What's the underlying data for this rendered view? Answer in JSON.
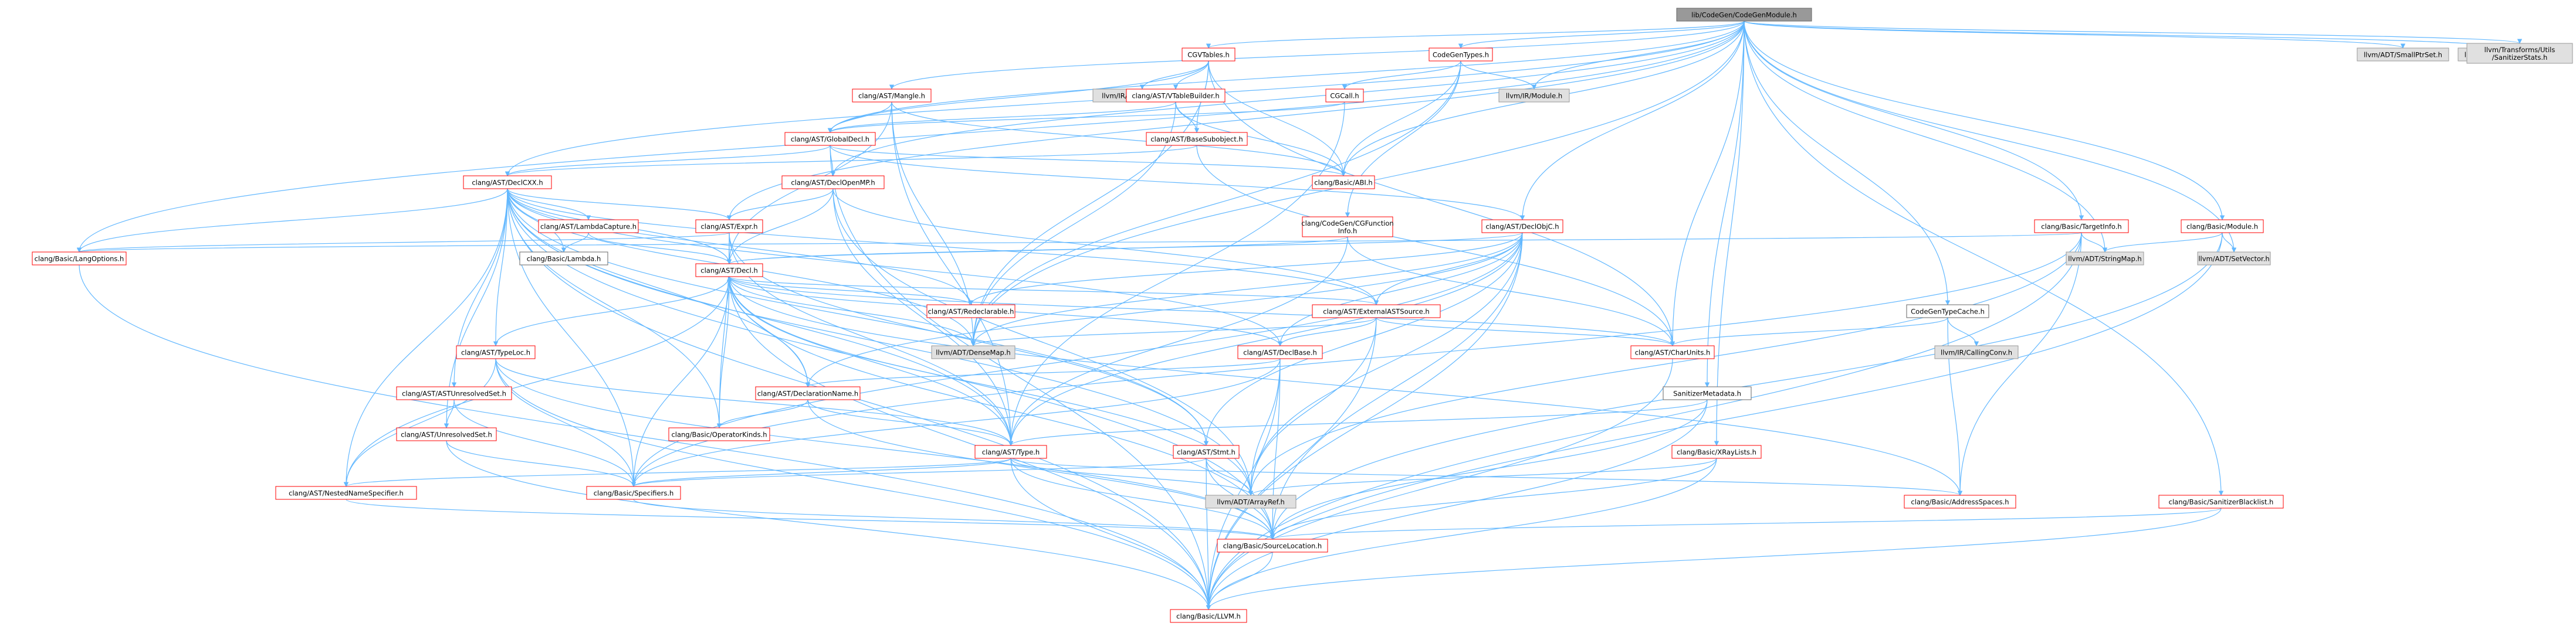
{
  "colors": {
    "root_fill": "#999999",
    "root_stroke": "#666666",
    "linked_stroke": "#ff0000",
    "linked_fill": "#ffffff",
    "external_fill": "#e0e0e0",
    "external_stroke": "#999999",
    "edge": "#63b8ff"
  },
  "nodes": [
    {
      "id": "root",
      "kind": "root",
      "label": "lib/CodeGen/CodeGenModule.h"
    },
    {
      "id": "cgvtables",
      "kind": "linked",
      "label": "CGVTables.h"
    },
    {
      "id": "codegentypes",
      "kind": "linked",
      "label": "CodeGenTypes.h"
    },
    {
      "id": "mangle",
      "kind": "linked",
      "label": "clang/AST/Mangle.h"
    },
    {
      "id": "globalvariable",
      "kind": "external",
      "label": "llvm/IR/GlobalVariable.h"
    },
    {
      "id": "vtablebuilder",
      "kind": "linked",
      "label": "clang/AST/VTableBuilder.h"
    },
    {
      "id": "cgcall",
      "kind": "linked",
      "label": "CGCall.h"
    },
    {
      "id": "module_ir",
      "kind": "external",
      "label": "llvm/IR/Module.h"
    },
    {
      "id": "globaldecl",
      "kind": "linked",
      "label": "clang/AST/GlobalDecl.h"
    },
    {
      "id": "basesubobject",
      "kind": "linked",
      "label": "clang/AST/BaseSubobject.h"
    },
    {
      "id": "abi",
      "kind": "linked",
      "label": "clang/Basic/ABI.h"
    },
    {
      "id": "declcxx",
      "kind": "linked",
      "label": "clang/AST/DeclCXX.h"
    },
    {
      "id": "declopenmp",
      "kind": "linked",
      "label": "clang/AST/DeclOpenMP.h"
    },
    {
      "id": "cgfunctioninfo",
      "kind": "linked",
      "label": "clang/CodeGen/CGFunction\nInfo.h"
    },
    {
      "id": "declobjc",
      "kind": "linked",
      "label": "clang/AST/DeclObjC.h"
    },
    {
      "id": "targetinfo",
      "kind": "linked",
      "label": "clang/Basic/TargetInfo.h"
    },
    {
      "id": "basicmodule",
      "kind": "linked",
      "label": "clang/Basic/Module.h"
    },
    {
      "id": "lambdacapture",
      "kind": "linked",
      "label": "clang/AST/LambdaCapture.h"
    },
    {
      "id": "expr",
      "kind": "linked",
      "label": "clang/AST/Expr.h"
    },
    {
      "id": "langoptions",
      "kind": "linked",
      "label": "clang/Basic/LangOptions.h"
    },
    {
      "id": "lambda",
      "kind": "plain",
      "label": "clang/Basic/Lambda.h"
    },
    {
      "id": "decl",
      "kind": "linked",
      "label": "clang/AST/Decl.h"
    },
    {
      "id": "redeclarable",
      "kind": "linked",
      "label": "clang/AST/Redeclarable.h"
    },
    {
      "id": "stringmap",
      "kind": "external",
      "label": "llvm/ADT/StringMap.h"
    },
    {
      "id": "setvector",
      "kind": "external",
      "label": "llvm/ADT/SetVector.h"
    },
    {
      "id": "externalastsource",
      "kind": "linked",
      "label": "clang/AST/ExternalASTSource.h"
    },
    {
      "id": "codegentypecache",
      "kind": "plain",
      "label": "CodeGenTypeCache.h"
    },
    {
      "id": "densemap",
      "kind": "external",
      "label": "llvm/ADT/DenseMap.h"
    },
    {
      "id": "typeloc",
      "kind": "linked",
      "label": "clang/AST/TypeLoc.h"
    },
    {
      "id": "declbase",
      "kind": "linked",
      "label": "clang/AST/DeclBase.h"
    },
    {
      "id": "charunits",
      "kind": "linked",
      "label": "clang/AST/CharUnits.h"
    },
    {
      "id": "callingconv",
      "kind": "external",
      "label": "llvm/IR/CallingConv.h"
    },
    {
      "id": "astunresolvedset",
      "kind": "linked",
      "label": "clang/AST/ASTUnresolvedSet.h"
    },
    {
      "id": "declarationname",
      "kind": "linked",
      "label": "clang/AST/DeclarationName.h"
    },
    {
      "id": "sanitizermetadata",
      "kind": "plain",
      "label": "SanitizerMetadata.h"
    },
    {
      "id": "unresolvedset",
      "kind": "linked",
      "label": "clang/AST/UnresolvedSet.h"
    },
    {
      "id": "operatorkinds",
      "kind": "linked",
      "label": "clang/Basic/OperatorKinds.h"
    },
    {
      "id": "type",
      "kind": "linked",
      "label": "clang/AST/Type.h"
    },
    {
      "id": "stmt",
      "kind": "linked",
      "label": "clang/AST/Stmt.h"
    },
    {
      "id": "xraylists",
      "kind": "linked",
      "label": "clang/Basic/XRayLists.h"
    },
    {
      "id": "nestednamespecifier",
      "kind": "linked",
      "label": "clang/AST/NestedNameSpecifier.h"
    },
    {
      "id": "specifiers",
      "kind": "linked",
      "label": "clang/Basic/Specifiers.h"
    },
    {
      "id": "arrayref",
      "kind": "external",
      "label": "llvm/ADT/ArrayRef.h"
    },
    {
      "id": "addressspaces",
      "kind": "linked",
      "label": "clang/Basic/AddressSpaces.h"
    },
    {
      "id": "sanitizerblacklist",
      "kind": "linked",
      "label": "clang/Basic/SanitizerBlacklist.h"
    },
    {
      "id": "sourcelocation",
      "kind": "linked",
      "label": "clang/Basic/SourceLocation.h"
    },
    {
      "id": "llvm_h",
      "kind": "linked",
      "label": "clang/Basic/LLVM.h"
    },
    {
      "id": "smallptrset",
      "kind": "external",
      "label": "llvm/ADT/SmallPtrSet.h"
    },
    {
      "id": "valuehandle",
      "kind": "external",
      "label": "llvm/IR/ValueHandle.h"
    },
    {
      "id": "sanitizerstats",
      "kind": "external",
      "label": "llvm/Transforms/Utils\n/SanitizerStats.h"
    }
  ],
  "edges": [
    [
      "root",
      "cgvtables"
    ],
    [
      "root",
      "codegentypes"
    ],
    [
      "root",
      "mangle"
    ],
    [
      "root",
      "globaldecl"
    ],
    [
      "root",
      "abi"
    ],
    [
      "root",
      "declcxx"
    ],
    [
      "root",
      "declopenmp"
    ],
    [
      "root",
      "declobjc"
    ],
    [
      "root",
      "targetinfo"
    ],
    [
      "root",
      "basicmodule"
    ],
    [
      "root",
      "langoptions"
    ],
    [
      "root",
      "stringmap"
    ],
    [
      "root",
      "setvector"
    ],
    [
      "root",
      "codegentypecache"
    ],
    [
      "root",
      "densemap"
    ],
    [
      "root",
      "sanitizermetadata"
    ],
    [
      "root",
      "xraylists"
    ],
    [
      "root",
      "sanitizerblacklist"
    ],
    [
      "root",
      "module_ir"
    ],
    [
      "root",
      "smallptrset"
    ],
    [
      "root",
      "valuehandle"
    ],
    [
      "root",
      "sanitizerstats"
    ],
    [
      "root",
      "charunits"
    ],
    [
      "root",
      "expr"
    ],
    [
      "cgvtables",
      "globalvariable"
    ],
    [
      "cgvtables",
      "vtablebuilder"
    ],
    [
      "cgvtables",
      "basesubobject"
    ],
    [
      "cgvtables",
      "abi"
    ],
    [
      "cgvtables",
      "densemap"
    ],
    [
      "cgvtables",
      "globaldecl"
    ],
    [
      "cgvtables",
      "charunits"
    ],
    [
      "codegentypes",
      "cgcall"
    ],
    [
      "codegentypes",
      "module_ir"
    ],
    [
      "codegentypes",
      "abi"
    ],
    [
      "codegentypes",
      "cgfunctioninfo"
    ],
    [
      "codegentypes",
      "densemap"
    ],
    [
      "mangle",
      "globaldecl"
    ],
    [
      "mangle",
      "decl"
    ],
    [
      "mangle",
      "type"
    ],
    [
      "mangle",
      "abi"
    ],
    [
      "mangle",
      "densemap"
    ],
    [
      "vtablebuilder",
      "globaldecl"
    ],
    [
      "vtablebuilder",
      "basesubobject"
    ],
    [
      "vtablebuilder",
      "abi"
    ],
    [
      "vtablebuilder",
      "densemap"
    ],
    [
      "cgcall",
      "globaldecl"
    ],
    [
      "cgcall",
      "type"
    ],
    [
      "globaldecl",
      "declcxx"
    ],
    [
      "globaldecl",
      "declopenmp"
    ],
    [
      "globaldecl",
      "abi"
    ],
    [
      "globaldecl",
      "llvm_h"
    ],
    [
      "globaldecl",
      "declobjc"
    ],
    [
      "basesubobject",
      "charunits"
    ],
    [
      "basesubobject",
      "declcxx"
    ],
    [
      "declcxx",
      "lambdacapture"
    ],
    [
      "declcxx",
      "expr"
    ],
    [
      "declcxx",
      "langoptions"
    ],
    [
      "declcxx",
      "lambda"
    ],
    [
      "declcxx",
      "decl"
    ],
    [
      "declcxx",
      "redeclarable"
    ],
    [
      "declcxx",
      "externalastsource"
    ],
    [
      "declcxx",
      "typeloc"
    ],
    [
      "declcxx",
      "declbase"
    ],
    [
      "declcxx",
      "astunresolvedset"
    ],
    [
      "declcxx",
      "declarationname"
    ],
    [
      "declcxx",
      "unresolvedset"
    ],
    [
      "declcxx",
      "operatorkinds"
    ],
    [
      "declcxx",
      "type"
    ],
    [
      "declcxx",
      "nestednamespecifier"
    ],
    [
      "declcxx",
      "specifiers"
    ],
    [
      "declcxx",
      "arrayref"
    ],
    [
      "declcxx",
      "sourcelocation"
    ],
    [
      "declcxx",
      "llvm_h"
    ],
    [
      "declcxx",
      "densemap"
    ],
    [
      "declcxx",
      "stmt"
    ],
    [
      "declopenmp",
      "decl"
    ],
    [
      "declopenmp",
      "expr"
    ],
    [
      "declopenmp",
      "externalastsource"
    ],
    [
      "declopenmp",
      "type"
    ],
    [
      "declopenmp",
      "arrayref"
    ],
    [
      "cgfunctioninfo",
      "charunits"
    ],
    [
      "cgfunctioninfo",
      "decl"
    ],
    [
      "cgfunctioninfo",
      "type"
    ],
    [
      "declobjc",
      "decl"
    ],
    [
      "declobjc",
      "declbase"
    ],
    [
      "declobjc",
      "externalastsource"
    ],
    [
      "declobjc",
      "redeclarable"
    ],
    [
      "declobjc",
      "type"
    ],
    [
      "declobjc",
      "densemap"
    ],
    [
      "declobjc",
      "arrayref"
    ],
    [
      "declobjc",
      "specifiers"
    ],
    [
      "declobjc",
      "sourcelocation"
    ],
    [
      "declobjc",
      "llvm_h"
    ],
    [
      "declobjc",
      "declarationname"
    ],
    [
      "declobjc",
      "stmt"
    ],
    [
      "targetinfo",
      "langoptions"
    ],
    [
      "targetinfo",
      "stringmap"
    ],
    [
      "targetinfo",
      "addressspaces"
    ],
    [
      "targetinfo",
      "specifiers"
    ],
    [
      "targetinfo",
      "llvm_h"
    ],
    [
      "targetinfo",
      "arrayref"
    ],
    [
      "basicmodule",
      "stringmap"
    ],
    [
      "basicmodule",
      "setvector"
    ],
    [
      "basicmodule",
      "sourcelocation"
    ],
    [
      "basicmodule",
      "llvm_h"
    ],
    [
      "lambdacapture",
      "decl"
    ],
    [
      "lambdacapture",
      "lambda"
    ],
    [
      "expr",
      "decl"
    ],
    [
      "expr",
      "type"
    ],
    [
      "expr",
      "stmt"
    ],
    [
      "expr",
      "langoptions"
    ],
    [
      "expr",
      "operatorkinds"
    ],
    [
      "langoptions",
      "llvm_h"
    ],
    [
      "decl",
      "redeclarable"
    ],
    [
      "decl",
      "externalastsource"
    ],
    [
      "decl",
      "declbase"
    ],
    [
      "decl",
      "declarationname"
    ],
    [
      "decl",
      "type"
    ],
    [
      "decl",
      "nestednamespecifier"
    ],
    [
      "decl",
      "specifiers"
    ],
    [
      "decl",
      "sourcelocation"
    ],
    [
      "decl",
      "llvm_h"
    ],
    [
      "decl",
      "arrayref"
    ],
    [
      "decl",
      "operatorkinds"
    ],
    [
      "decl",
      "addressspaces"
    ],
    [
      "decl",
      "densemap"
    ],
    [
      "decl",
      "charunits"
    ],
    [
      "externalastsource",
      "charunits"
    ],
    [
      "externalastsource",
      "declbase"
    ],
    [
      "externalastsource",
      "densemap"
    ],
    [
      "externalastsource",
      "llvm_h"
    ],
    [
      "externalastsource",
      "arrayref"
    ],
    [
      "codegentypecache",
      "callingconv"
    ],
    [
      "codegentypecache",
      "addressspaces"
    ],
    [
      "codegentypecache",
      "charunits"
    ],
    [
      "typeloc",
      "decl"
    ],
    [
      "typeloc",
      "nestednamespecifier"
    ],
    [
      "typeloc",
      "type"
    ],
    [
      "typeloc",
      "specifiers"
    ],
    [
      "typeloc",
      "sourcelocation"
    ],
    [
      "typeloc",
      "llvm_h"
    ],
    [
      "declbase",
      "declarationname"
    ],
    [
      "declbase",
      "specifiers"
    ],
    [
      "declbase",
      "sourcelocation"
    ],
    [
      "declbase",
      "llvm_h"
    ],
    [
      "declbase",
      "arrayref"
    ],
    [
      "charunits",
      "llvm_h"
    ],
    [
      "astunresolvedset",
      "unresolvedset"
    ],
    [
      "astunresolvedset",
      "specifiers"
    ],
    [
      "declarationname",
      "operatorkinds"
    ],
    [
      "declarationname",
      "type"
    ],
    [
      "declarationname",
      "sourcelocation"
    ],
    [
      "sanitizermetadata",
      "type"
    ],
    [
      "sanitizermetadata",
      "sourcelocation"
    ],
    [
      "sanitizermetadata",
      "llvm_h"
    ],
    [
      "unresolvedset",
      "specifiers"
    ],
    [
      "unresolvedset",
      "llvm_h"
    ],
    [
      "type",
      "nestednamespecifier"
    ],
    [
      "type",
      "specifiers"
    ],
    [
      "type",
      "addressspaces"
    ],
    [
      "type",
      "sourcelocation"
    ],
    [
      "type",
      "llvm_h"
    ],
    [
      "type",
      "arrayref"
    ],
    [
      "stmt",
      "specifiers"
    ],
    [
      "stmt",
      "sourcelocation"
    ],
    [
      "stmt",
      "llvm_h"
    ],
    [
      "stmt",
      "arrayref"
    ],
    [
      "xraylists",
      "sourcelocation"
    ],
    [
      "xraylists",
      "llvm_h"
    ],
    [
      "xraylists",
      "arrayref"
    ],
    [
      "nestednamespecifier",
      "sourcelocation"
    ],
    [
      "specifiers",
      "sourcelocation"
    ],
    [
      "sanitizerblacklist",
      "sourcelocation"
    ],
    [
      "sanitizerblacklist",
      "llvm_h"
    ],
    [
      "sourcelocation",
      "llvm_h"
    ]
  ]
}
